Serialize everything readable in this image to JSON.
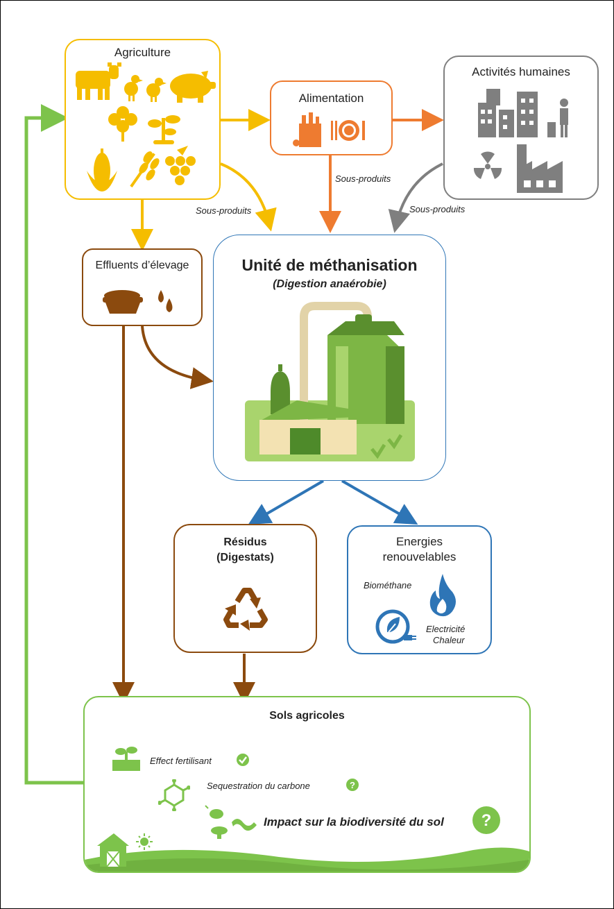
{
  "agriculture": {
    "title": "Agriculture"
  },
  "alimentation": {
    "title": "Alimentation"
  },
  "activites": {
    "title": "Activités humaines"
  },
  "effluents": {
    "title": "Effluents d’élevage"
  },
  "methanisation": {
    "title": "Unité de méthanisation",
    "subtitle": "(Digestion anaérobie)"
  },
  "residus": {
    "line1": "Résidus",
    "line2": "(Digestats)"
  },
  "energies": {
    "line1": "Energies",
    "line2": "renouvelables",
    "biomethane": "Biométhane",
    "electricite": "Electricité",
    "chaleur": "Chaleur"
  },
  "arrow_labels": {
    "agri": "Sous-produits",
    "alim": "Sous-produits",
    "activ": "Sous-produits"
  },
  "sols": {
    "title": "Sols agricoles",
    "item1": "Effect fertilisant",
    "item2": "Sequestration du carbone",
    "item3": "Impact sur la biodiversité du sol",
    "question_mark": "?"
  },
  "colors": {
    "yellow": "#F5BD00",
    "orange": "#EE7B30",
    "gray": "#7F7F7F",
    "brown": "#8B4A0E",
    "blue": "#2E75B6",
    "green": "#7DC34B",
    "lightgreen": "#A9D46D",
    "darkgreen": "#5A8F2E"
  }
}
